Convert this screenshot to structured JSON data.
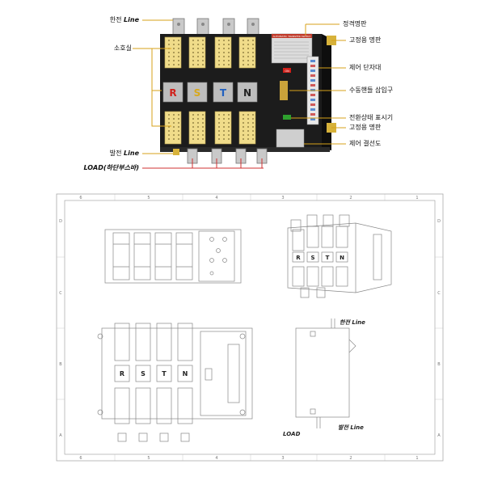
{
  "top_labels": {
    "main_line": "한전 Line",
    "arc_chute": "소호실",
    "gen_line": "발전 Line",
    "load": "LOAD(하단부스바)",
    "rating_plate": "정격명판",
    "fix_plate_top": "고정용 명판",
    "control_terminal": "제어 단자대",
    "handle_insert": "수동핸들 삽입구",
    "switch_indicator": "전환상태 표시기",
    "fix_plate_bottom": "고정용 명판",
    "control_wiring": "제어 결선도"
  },
  "unit_phases": [
    "R",
    "S",
    "T",
    "N"
  ],
  "phase_colors": {
    "R": "#d0201a",
    "S": "#d8a81a",
    "T": "#2060c0",
    "N": "#222222"
  },
  "rating_plate_title": "AUTOMATIC TRANSFER SWITCH",
  "indicator_on": "ON",
  "drawing": {
    "col_numbers_top": [
      "6",
      "5",
      "4",
      "3",
      "2",
      "1"
    ],
    "col_numbers_bottom": [
      "6",
      "5",
      "4",
      "3",
      "2",
      "1"
    ],
    "row_letters": [
      "D",
      "C",
      "B",
      "A"
    ],
    "phases": [
      "R",
      "S",
      "T",
      "N"
    ],
    "side_main_line": "한전 Line",
    "side_gen_line": "발전 Line",
    "side_load": "LOAD"
  }
}
